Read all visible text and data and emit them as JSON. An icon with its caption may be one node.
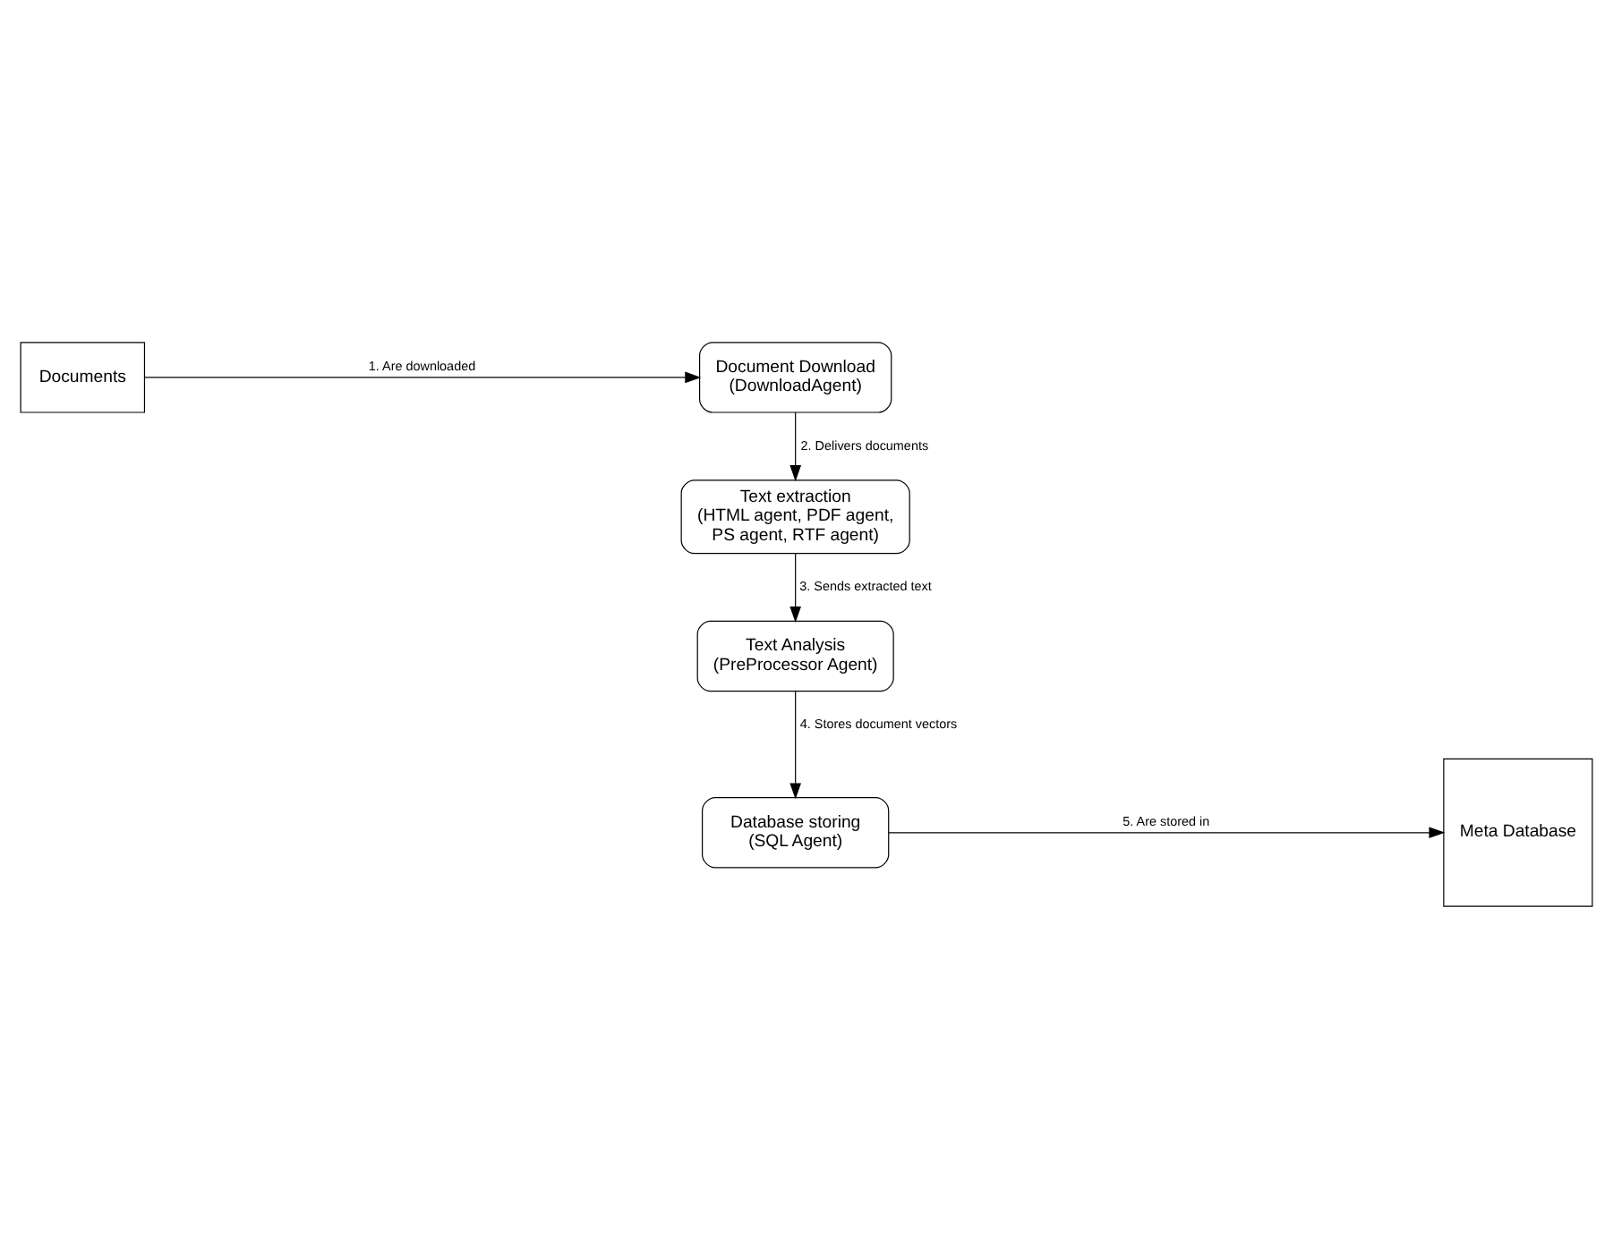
{
  "diagram": {
    "nodes": [
      {
        "text": [
          "Documents"
        ]
      },
      {
        "text": [
          "Document Download",
          "(DownloadAgent)"
        ]
      },
      {
        "text": [
          "Text extraction",
          "(HTML agent, PDF agent, PS agent, RTF agent)"
        ]
      },
      {
        "text": [
          "Text Analysis",
          "(PreProcessor Agent)"
        ]
      },
      {
        "text": [
          "Meta Database"
        ]
      },
      {
        "text": [
          "Database storing",
          "(SQL Agent)"
        ]
      }
    ],
    "edges": [
      {
        "from": 0,
        "to": 1,
        "arrow": "to",
        "label": "1. Are downloaded"
      },
      {
        "from": 1,
        "to": 2,
        "arrow": "to",
        "label": "2. Delivers documents"
      },
      {
        "from": 2,
        "to": 3,
        "arrow": "to",
        "label": "3. Sends extracted text"
      },
      {
        "from": 3,
        "to": 5,
        "arrow": "to",
        "label": "4. Stores document vectors"
      },
      {
        "from": 5,
        "to": 4,
        "arrow": "to",
        "label": "5. Are stored in"
      }
    ]
  }
}
